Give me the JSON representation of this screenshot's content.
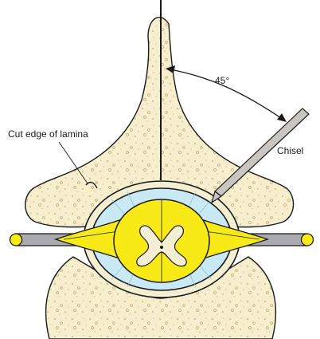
{
  "labels": {
    "angle": "45°",
    "chisel": "Chisel",
    "cut_edge": "Cut edge of lamina"
  },
  "colors": {
    "bone": "#f6eecc",
    "bone_speckle": "#cdbd8c",
    "outline": "#1a1a1a",
    "csf": "#c9e9f4",
    "cord_yellow": "#f7ea17",
    "grey_matter": "#f4eed2",
    "nerve_root": "#a9aab0",
    "chisel": "#c9c6c1"
  }
}
